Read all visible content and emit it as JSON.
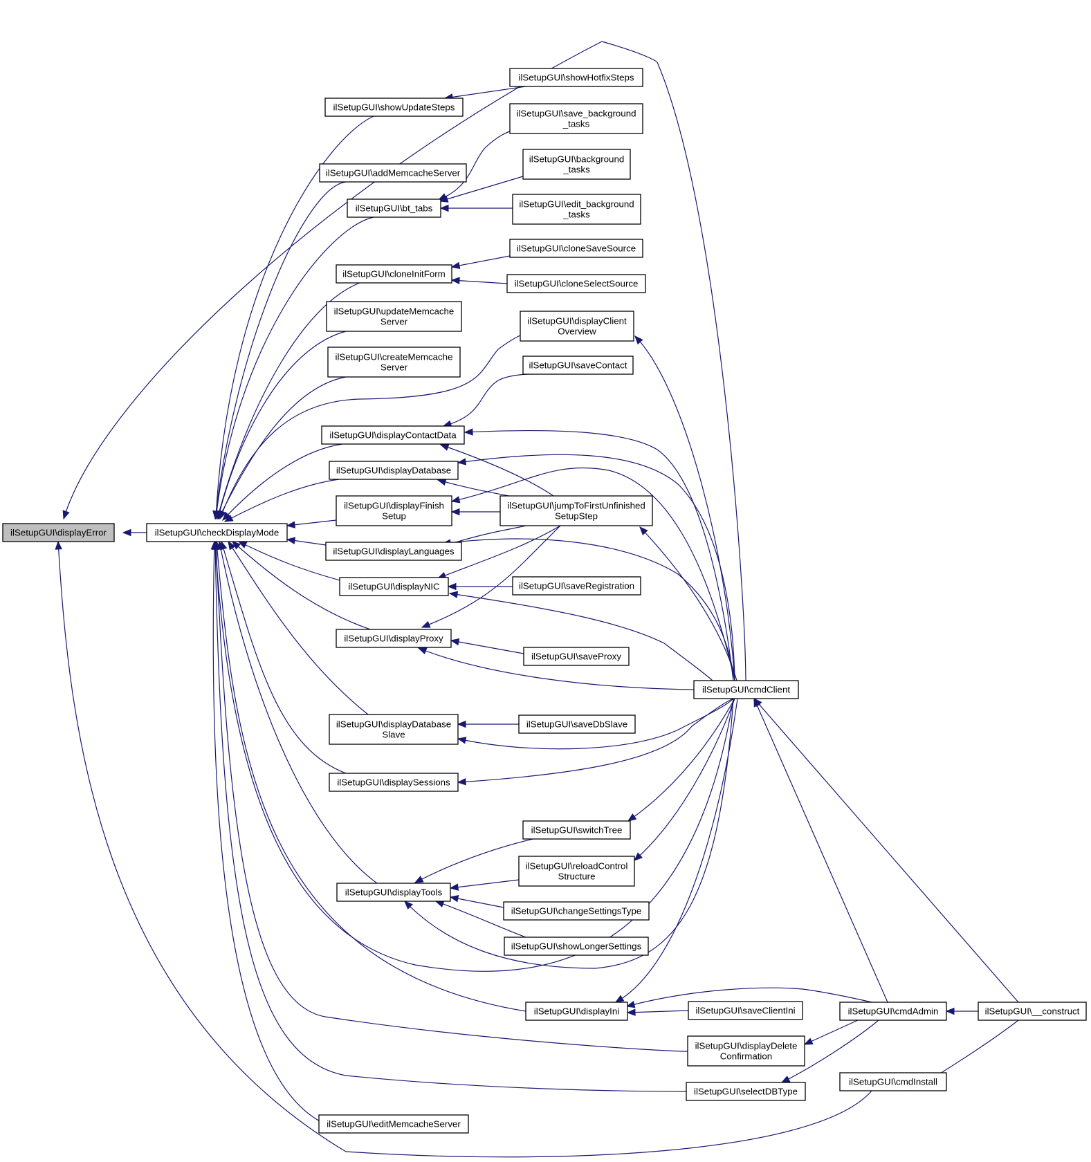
{
  "diagram": {
    "nodes": [
      {
        "id": "displayError",
        "lines": [
          "ilSetupGUI\\displayError"
        ],
        "highlight": true
      },
      {
        "id": "checkDisplayMode",
        "lines": [
          "ilSetupGUI\\checkDisplayMode"
        ]
      },
      {
        "id": "showUpdateSteps",
        "lines": [
          "ilSetupGUI\\showUpdateSteps"
        ]
      },
      {
        "id": "addMemcacheServer",
        "lines": [
          "ilSetupGUI\\addMemcacheServer"
        ]
      },
      {
        "id": "bt_tabs",
        "lines": [
          "ilSetupGUI\\bt_tabs"
        ]
      },
      {
        "id": "cloneInitForm",
        "lines": [
          "ilSetupGUI\\cloneInitForm"
        ]
      },
      {
        "id": "updateMemcacheServer",
        "lines": [
          "ilSetupGUI\\updateMemcache",
          "Server"
        ]
      },
      {
        "id": "createMemcacheServer",
        "lines": [
          "ilSetupGUI\\createMemcache",
          "Server"
        ]
      },
      {
        "id": "displayContactData",
        "lines": [
          "ilSetupGUI\\displayContactData"
        ]
      },
      {
        "id": "displayDatabase",
        "lines": [
          "ilSetupGUI\\displayDatabase"
        ]
      },
      {
        "id": "displayFinishSetup",
        "lines": [
          "ilSetupGUI\\displayFinish",
          "Setup"
        ]
      },
      {
        "id": "displayLanguages",
        "lines": [
          "ilSetupGUI\\displayLanguages"
        ]
      },
      {
        "id": "displayNIC",
        "lines": [
          "ilSetupGUI\\displayNIC"
        ]
      },
      {
        "id": "displayProxy",
        "lines": [
          "ilSetupGUI\\displayProxy"
        ]
      },
      {
        "id": "displayDatabaseSlave",
        "lines": [
          "ilSetupGUI\\displayDatabase",
          "Slave"
        ]
      },
      {
        "id": "displaySessions",
        "lines": [
          "ilSetupGUI\\displaySessions"
        ]
      },
      {
        "id": "displayTools",
        "lines": [
          "ilSetupGUI\\displayTools"
        ]
      },
      {
        "id": "editMemcacheServer",
        "lines": [
          "ilSetupGUI\\editMemcacheServer"
        ]
      },
      {
        "id": "showHotfixSteps",
        "lines": [
          "ilSetupGUI\\showHotfixSteps"
        ]
      },
      {
        "id": "save_background_tasks",
        "lines": [
          "ilSetupGUI\\save_background",
          "_tasks"
        ]
      },
      {
        "id": "background_tasks",
        "lines": [
          "ilSetupGUI\\background",
          "_tasks"
        ]
      },
      {
        "id": "edit_background_tasks",
        "lines": [
          "ilSetupGUI\\edit_background",
          "_tasks"
        ]
      },
      {
        "id": "cloneSaveSource",
        "lines": [
          "ilSetupGUI\\cloneSaveSource"
        ]
      },
      {
        "id": "cloneSelectSource",
        "lines": [
          "ilSetupGUI\\cloneSelectSource"
        ]
      },
      {
        "id": "displayClientOverview",
        "lines": [
          "ilSetupGUI\\displayClient",
          "Overview"
        ]
      },
      {
        "id": "saveContact",
        "lines": [
          "ilSetupGUI\\saveContact"
        ]
      },
      {
        "id": "jumpToFirstUnfinishedSetupStep",
        "lines": [
          "ilSetupGUI\\jumpToFirstUnfinished",
          "SetupStep"
        ]
      },
      {
        "id": "saveRegistration",
        "lines": [
          "ilSetupGUI\\saveRegistration"
        ]
      },
      {
        "id": "saveProxy",
        "lines": [
          "ilSetupGUI\\saveProxy"
        ]
      },
      {
        "id": "saveDbSlave",
        "lines": [
          "ilSetupGUI\\saveDbSlave"
        ]
      },
      {
        "id": "switchTree",
        "lines": [
          "ilSetupGUI\\switchTree"
        ]
      },
      {
        "id": "reloadControlStructure",
        "lines": [
          "ilSetupGUI\\reloadControl",
          "Structure"
        ]
      },
      {
        "id": "changeSettingsType",
        "lines": [
          "ilSetupGUI\\changeSettingsType"
        ]
      },
      {
        "id": "showLongerSettings",
        "lines": [
          "ilSetupGUI\\showLongerSettings"
        ]
      },
      {
        "id": "displayIni",
        "lines": [
          "ilSetupGUI\\displayIni"
        ]
      },
      {
        "id": "saveClientIni",
        "lines": [
          "ilSetupGUI\\saveClientIni"
        ]
      },
      {
        "id": "displayDeleteConfirmation",
        "lines": [
          "ilSetupGUI\\displayDelete",
          "Confirmation"
        ]
      },
      {
        "id": "selectDBType",
        "lines": [
          "ilSetupGUI\\selectDBType"
        ]
      },
      {
        "id": "cmdClient",
        "lines": [
          "ilSetupGUI\\cmdClient"
        ]
      },
      {
        "id": "cmdAdmin",
        "lines": [
          "ilSetupGUI\\cmdAdmin"
        ]
      },
      {
        "id": "cmdInstall",
        "lines": [
          "ilSetupGUI\\cmdInstall"
        ]
      },
      {
        "id": "construct",
        "lines": [
          "ilSetupGUI\\__construct"
        ]
      }
    ],
    "edges": [
      {
        "from": "checkDisplayMode",
        "to": "displayError"
      },
      {
        "from": "cmdClient",
        "to": "displayError"
      },
      {
        "from": "cmdInstall",
        "to": "displayError"
      },
      {
        "from": "showUpdateSteps",
        "to": "checkDisplayMode"
      },
      {
        "from": "addMemcacheServer",
        "to": "checkDisplayMode"
      },
      {
        "from": "bt_tabs",
        "to": "checkDisplayMode"
      },
      {
        "from": "cloneInitForm",
        "to": "checkDisplayMode"
      },
      {
        "from": "updateMemcacheServer",
        "to": "checkDisplayMode"
      },
      {
        "from": "createMemcacheServer",
        "to": "checkDisplayMode"
      },
      {
        "from": "displayClientOverview",
        "to": "checkDisplayMode"
      },
      {
        "from": "displayContactData",
        "to": "checkDisplayMode"
      },
      {
        "from": "displayDatabase",
        "to": "checkDisplayMode"
      },
      {
        "from": "displayFinishSetup",
        "to": "checkDisplayMode"
      },
      {
        "from": "displayLanguages",
        "to": "checkDisplayMode"
      },
      {
        "from": "displayNIC",
        "to": "checkDisplayMode"
      },
      {
        "from": "displayProxy",
        "to": "checkDisplayMode"
      },
      {
        "from": "displayDatabaseSlave",
        "to": "checkDisplayMode"
      },
      {
        "from": "displaySessions",
        "to": "checkDisplayMode"
      },
      {
        "from": "displayTools",
        "to": "checkDisplayMode"
      },
      {
        "from": "displayIni",
        "to": "checkDisplayMode"
      },
      {
        "from": "displayDeleteConfirmation",
        "to": "checkDisplayMode"
      },
      {
        "from": "selectDBType",
        "to": "checkDisplayMode"
      },
      {
        "from": "editMemcacheServer",
        "to": "checkDisplayMode"
      },
      {
        "from": "cmdClient",
        "to": "checkDisplayMode"
      },
      {
        "from": "showHotfixSteps",
        "to": "showUpdateSteps"
      },
      {
        "from": "save_background_tasks",
        "to": "bt_tabs"
      },
      {
        "from": "background_tasks",
        "to": "bt_tabs"
      },
      {
        "from": "edit_background_tasks",
        "to": "bt_tabs"
      },
      {
        "from": "cloneSaveSource",
        "to": "cloneInitForm"
      },
      {
        "from": "cloneSelectSource",
        "to": "cloneInitForm"
      },
      {
        "from": "cmdClient",
        "to": "displayClientOverview"
      },
      {
        "from": "saveContact",
        "to": "displayContactData"
      },
      {
        "from": "cmdClient",
        "to": "displayContactData"
      },
      {
        "from": "jumpToFirstUnfinishedSetupStep",
        "to": "displayContactData"
      },
      {
        "from": "jumpToFirstUnfinishedSetupStep",
        "to": "displayDatabase"
      },
      {
        "from": "cmdClient",
        "to": "displayDatabase"
      },
      {
        "from": "jumpToFirstUnfinishedSetupStep",
        "to": "displayFinishSetup"
      },
      {
        "from": "cmdClient",
        "to": "displayFinishSetup"
      },
      {
        "from": "jumpToFirstUnfinishedSetupStep",
        "to": "displayLanguages"
      },
      {
        "from": "cmdClient",
        "to": "displayLanguages"
      },
      {
        "from": "jumpToFirstUnfinishedSetupStep",
        "to": "displayNIC"
      },
      {
        "from": "saveRegistration",
        "to": "displayNIC"
      },
      {
        "from": "cmdClient",
        "to": "displayNIC"
      },
      {
        "from": "jumpToFirstUnfinishedSetupStep",
        "to": "displayProxy"
      },
      {
        "from": "saveProxy",
        "to": "displayProxy"
      },
      {
        "from": "cmdClient",
        "to": "displayProxy"
      },
      {
        "from": "cmdClient",
        "to": "jumpToFirstUnfinishedSetupStep"
      },
      {
        "from": "saveDbSlave",
        "to": "displayDatabaseSlave"
      },
      {
        "from": "cmdClient",
        "to": "displayDatabaseSlave"
      },
      {
        "from": "cmdClient",
        "to": "displaySessions"
      },
      {
        "from": "switchTree",
        "to": "displayTools"
      },
      {
        "from": "reloadControlStructure",
        "to": "displayTools"
      },
      {
        "from": "changeSettingsType",
        "to": "displayTools"
      },
      {
        "from": "showLongerSettings",
        "to": "displayTools"
      },
      {
        "from": "cmdClient",
        "to": "displayTools"
      },
      {
        "from": "cmdClient",
        "to": "switchTree"
      },
      {
        "from": "cmdClient",
        "to": "reloadControlStructure"
      },
      {
        "from": "saveClientIni",
        "to": "displayIni"
      },
      {
        "from": "cmdClient",
        "to": "displayIni"
      },
      {
        "from": "cmdAdmin",
        "to": "displayIni"
      },
      {
        "from": "cmdAdmin",
        "to": "displayDeleteConfirmation"
      },
      {
        "from": "cmdAdmin",
        "to": "selectDBType"
      },
      {
        "from": "cmdAdmin",
        "to": "cmdClient"
      },
      {
        "from": "construct",
        "to": "cmdClient"
      },
      {
        "from": "construct",
        "to": "cmdAdmin"
      },
      {
        "from": "construct",
        "to": "cmdInstall"
      }
    ]
  },
  "colors": {
    "edge": "#191970",
    "node_border": "#000000",
    "node_fill": "#ffffff",
    "highlight_fill": "#bfbfbf"
  }
}
